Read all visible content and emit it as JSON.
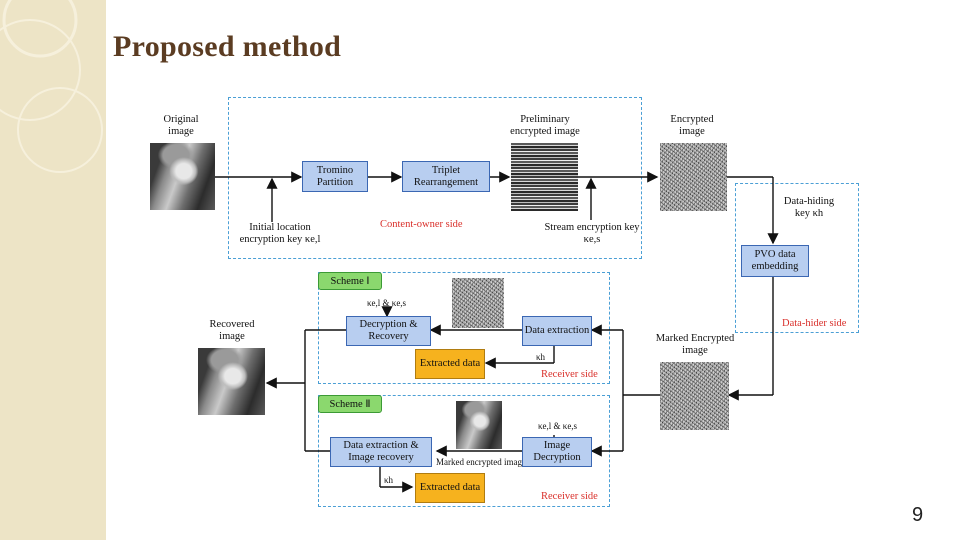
{
  "slide": {
    "title": "Proposed method",
    "page_number": "9"
  },
  "diagram": {
    "labels": {
      "original_image": "Original image",
      "preliminary_encrypted_image": "Preliminary encrypted image",
      "encrypted_image": "Encrypted image",
      "initial_location_key": "Initial location encryption key κe,l",
      "stream_key": "Stream encryption key κe,s",
      "data_hiding_key": "Data-hiding key κh",
      "recovered_image": "Recovered image",
      "marked_encrypted_image": "Marked Encrypted image",
      "marked_encrypted_image_small": "Marked encrypted image",
      "keys_scheme1": "κe,l & κe,s",
      "keys_scheme2": "κe,l & κe,s",
      "kh_1": "κh",
      "kh_2": "κh"
    },
    "boxes": {
      "tromino": "Tromino Partition",
      "triplet": "Triplet Rearrangement",
      "pvo": "PVO data embedding",
      "decryption_recovery": "Decryption & Recovery",
      "data_extraction": "Data extraction",
      "extracted_data_1": "Extracted data",
      "data_extraction_recovery": "Data extraction & Image recovery",
      "image_decryption": "Image Decryption",
      "extracted_data_2": "Extracted data"
    },
    "schemes": {
      "scheme1": "Scheme Ⅰ",
      "scheme2": "Scheme Ⅱ"
    },
    "sides": {
      "content_owner": "Content-owner side",
      "data_hider": "Data-hider side",
      "receiver_1": "Receiver side",
      "receiver_2": "Receiver side"
    },
    "colors": {
      "process_box": "#b8cef0",
      "output_box": "#f6b21e",
      "scheme_tag": "#8bd86e",
      "dashed_border": "#4b9fd5",
      "side_label": "#d9302b"
    }
  }
}
